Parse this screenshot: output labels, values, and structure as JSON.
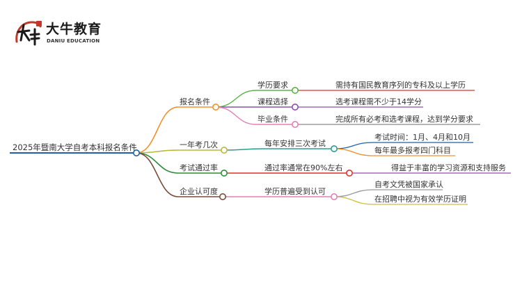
{
  "logo": {
    "brand": "大牛教育",
    "sub": "DANIU EDUCATION",
    "mark_char": "大牛",
    "brand_color": "#c0392b"
  },
  "root": {
    "label": "2025年暨南大学自考本科报名条件",
    "color": "#1f5fa8"
  },
  "branches": [
    {
      "label": "报名条件",
      "color": "#f0902f",
      "children": [
        {
          "label": "学历要求",
          "color": "#5bb346",
          "leaves": [
            {
              "label": "需持有国民教育序列的专科及以上学历",
              "color": "#d9342b"
            }
          ]
        },
        {
          "label": "课程选择",
          "color": "#8a4fb0",
          "leaves": [
            {
              "label": "选考课程需不少于14学分",
              "color": "#8a4fb0"
            }
          ]
        },
        {
          "label": "毕业条件",
          "color": "#e47fb8",
          "leaves": [
            {
              "label": "完成所有必考和选考课程，达到学分要求",
              "color": "#8a8a8a"
            }
          ]
        }
      ]
    },
    {
      "label": "一年考几次",
      "color": "#b7b83a",
      "children": [
        {
          "label": "每年安排三次考试",
          "color": "#2a9d8f",
          "leaves": [
            {
              "label": "考试时间：1月、4月和10月",
              "color": "#1f5fa8"
            },
            {
              "label": "每年最多报考四门科目",
              "color": "#f0902f"
            }
          ]
        }
      ]
    },
    {
      "label": "考试通过率",
      "color": "#2e8b3d",
      "children": [
        {
          "label": "通过率通常在90%左右",
          "color": "#d9342b",
          "leaves": [
            {
              "label": "得益于丰富的学习资源和支持服务",
              "color": "#8a4fb0"
            }
          ]
        }
      ]
    },
    {
      "label": "企业认可度",
      "color": "#7a4a3a",
      "children": [
        {
          "label": "学历普遍受到认可",
          "color": "#e47fb8",
          "leaves": [
            {
              "label": "自考文凭被国家承认",
              "color": "#9a9a9a"
            },
            {
              "label": "在招聘中视为有效学历证明",
              "color": "#c9c23a"
            }
          ]
        }
      ]
    }
  ]
}
